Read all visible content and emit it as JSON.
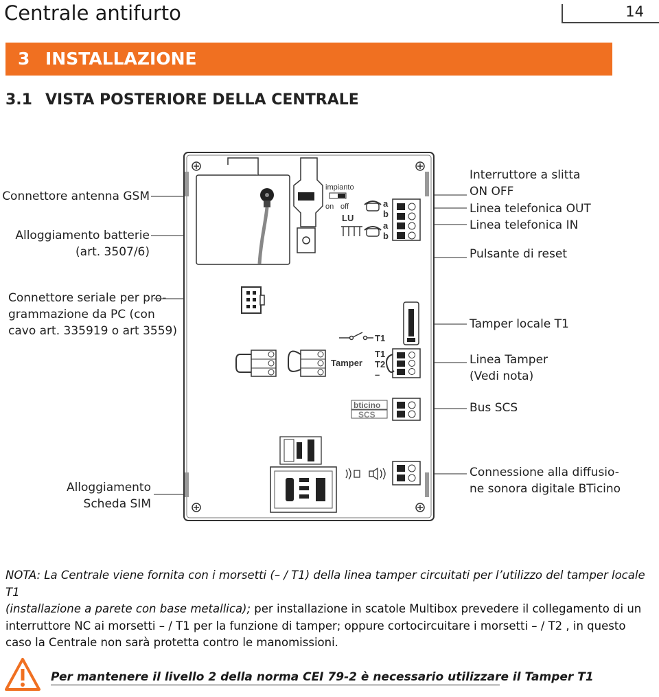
{
  "header": {
    "title": "Centrale antifurto",
    "page_number": "14"
  },
  "section": {
    "number": "3",
    "title": "INSTALLAZIONE"
  },
  "subsection": {
    "number": "3.1",
    "title": "VISTA POSTERIORE DELLA CENTRALE"
  },
  "labels_left": {
    "antenna": "Connettore antenna GSM",
    "batteries_1": "Alloggiamento batterie",
    "batteries_2": "(art. 3507/6)",
    "serial_1": "Connettore seriale per pro-",
    "serial_2": "grammazione da PC (con",
    "serial_3": "cavo art. 335919 o art 3559)",
    "sim_1": "Alloggiamento",
    "sim_2": "Scheda SIM"
  },
  "labels_right": {
    "switch_1": "Interruttore a slitta",
    "switch_2": "ON OFF",
    "line_out": "Linea telefonica OUT",
    "line_in": "Linea telefonica IN",
    "reset": "Pulsante di reset",
    "tamper_local": "Tamper locale T1",
    "tamper_line_1": "Linea Tamper",
    "tamper_line_2": "(Vedi nota)",
    "bus": "Bus SCS",
    "audio_1": "Connessione alla diffusio-",
    "audio_2": "ne sonora digitale BTicino"
  },
  "diagram": {
    "impianto": "impianto",
    "on": "on",
    "off": "off",
    "lu": "LU",
    "a": "a",
    "b": "b",
    "t1": "T1",
    "t2": "T2",
    "minus": "–",
    "tamper": "Tamper",
    "brand": "bticino",
    "scs": "SCS"
  },
  "nota": {
    "line1": "NOTA: La Centrale viene fornita con i morsetti (– / T1) della linea tamper circuitati per l’utilizzo del tamper locale T1",
    "line2_italic": "(installazione a parete con base metallica);",
    "line2_rest": " per installazione in scatole Multibox prevedere il collegamento di un",
    "line3": "interruttore NC ai  morsetti  – / T1 per la funzione di tamper; oppure cortocircuitare i morsetti   – / T2 , in questo",
    "line4": "caso la Centrale non sarà protetta contro le manomissioni."
  },
  "warning": {
    "text": "Per mantenere il livello 2 della norma CEI 79-2 è necessario utilizzare il Tamper T1",
    "icon": "warning-triangle-icon"
  },
  "colors": {
    "accent": "#f07021"
  }
}
